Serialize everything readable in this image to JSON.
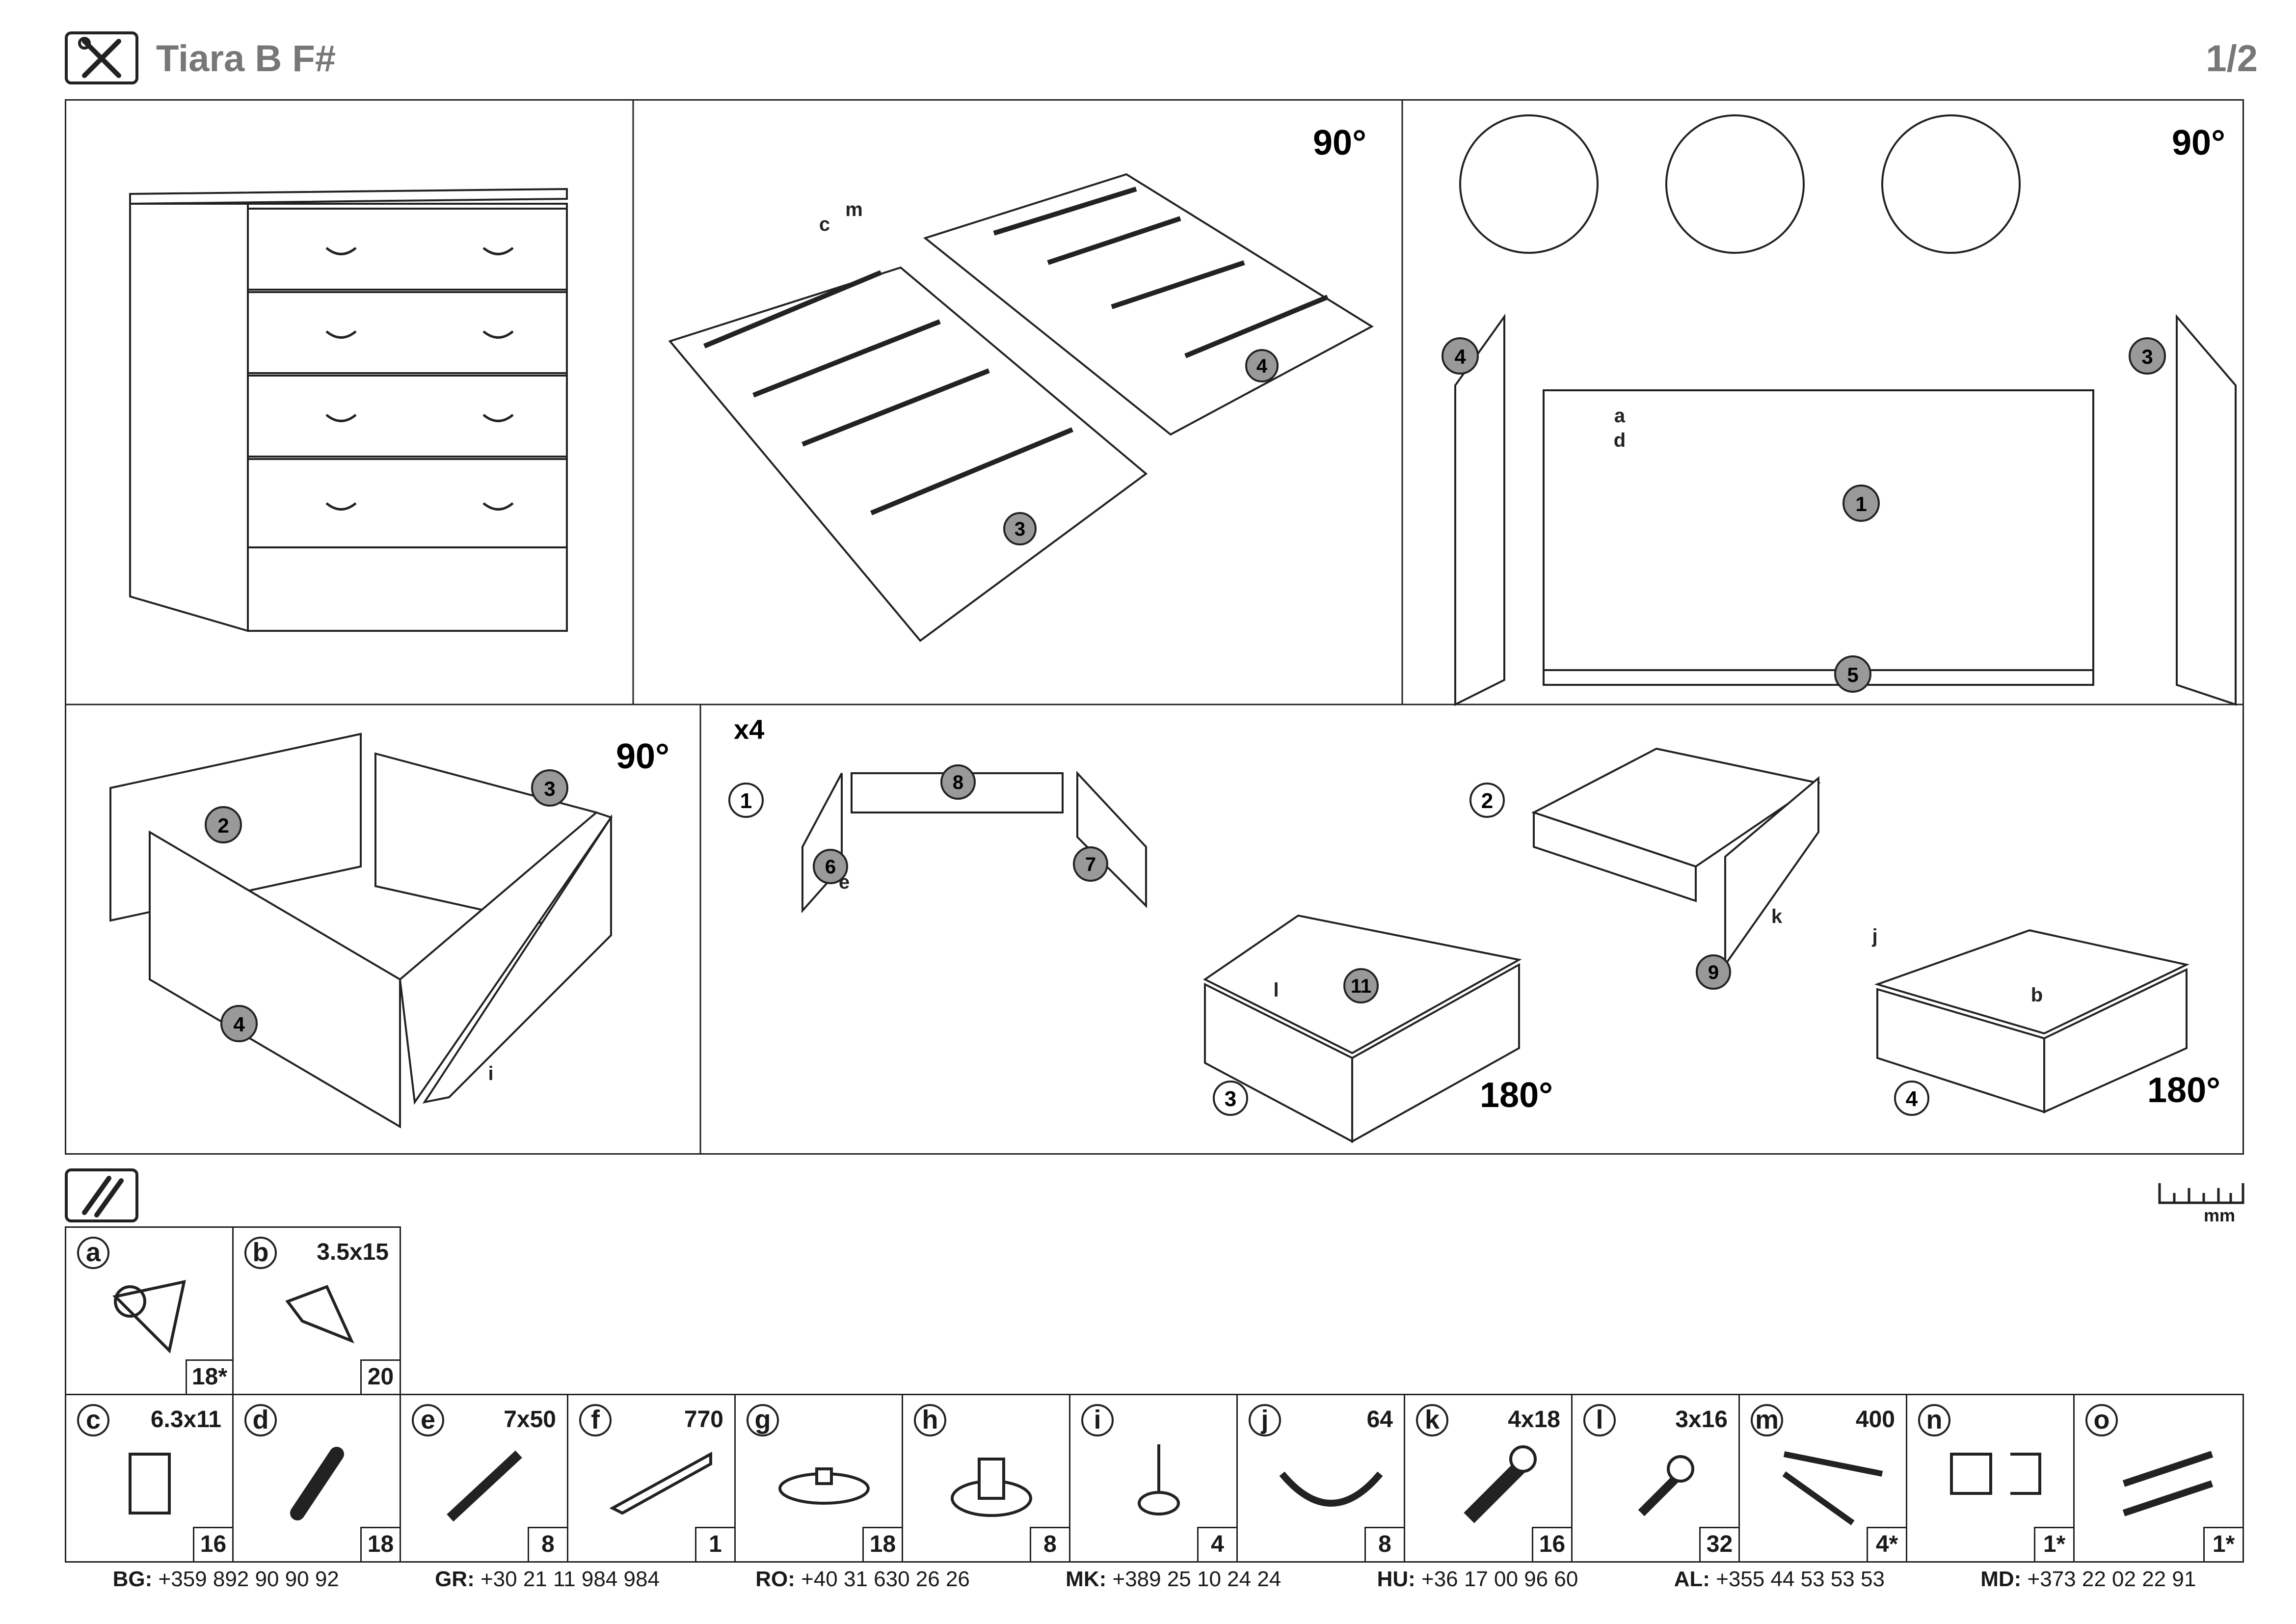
{
  "header": {
    "title": "Tiara B F#",
    "page": "1/2"
  },
  "steps": {
    "rotate_90": "90°",
    "rotate_180": "180°",
    "multiplier": "x4",
    "step_nums": [
      "1",
      "2",
      "3",
      "4"
    ],
    "panel_nums": [
      "1",
      "2",
      "3",
      "4",
      "5",
      "6",
      "7",
      "8",
      "9",
      "11"
    ],
    "part_letters": [
      "a",
      "b",
      "c",
      "d",
      "e",
      "i",
      "j",
      "k",
      "l",
      "m"
    ]
  },
  "ruler_unit": "mm",
  "parts_row1": [
    {
      "letter": "a",
      "size": "",
      "qty": "18*"
    },
    {
      "letter": "b",
      "size": "3.5x15",
      "qty": "20"
    }
  ],
  "parts_row2": [
    {
      "letter": "c",
      "size": "6.3x11",
      "qty": "16"
    },
    {
      "letter": "d",
      "size": "",
      "qty": "18"
    },
    {
      "letter": "e",
      "size": "7x50",
      "qty": "8"
    },
    {
      "letter": "f",
      "size": "770",
      "qty": "1"
    },
    {
      "letter": "g",
      "size": "",
      "qty": "18"
    },
    {
      "letter": "h",
      "size": "",
      "qty": "8"
    },
    {
      "letter": "i",
      "size": "",
      "qty": "4"
    },
    {
      "letter": "j",
      "size": "64",
      "qty": "8"
    },
    {
      "letter": "k",
      "size": "4x18",
      "qty": "16"
    },
    {
      "letter": "l",
      "size": "3x16",
      "qty": "32"
    },
    {
      "letter": "m",
      "size": "400",
      "qty": "4*"
    },
    {
      "letter": "n",
      "size": "",
      "qty": "1*"
    },
    {
      "letter": "o",
      "size": "",
      "qty": "1*"
    }
  ],
  "contacts": [
    {
      "code": "BG:",
      "phone": "+359 892 90 90 92"
    },
    {
      "code": "GR:",
      "phone": "+30 21 11 984 984"
    },
    {
      "code": "RO:",
      "phone": "+40 31 630 26 26"
    },
    {
      "code": "MK:",
      "phone": "+389 25 10 24 24"
    },
    {
      "code": "HU:",
      "phone": "+36 17 00 96 60"
    },
    {
      "code": "AL:",
      "phone": "+355 44 53 53 53"
    },
    {
      "code": "MD:",
      "phone": "+373 22 02 22 91"
    }
  ]
}
